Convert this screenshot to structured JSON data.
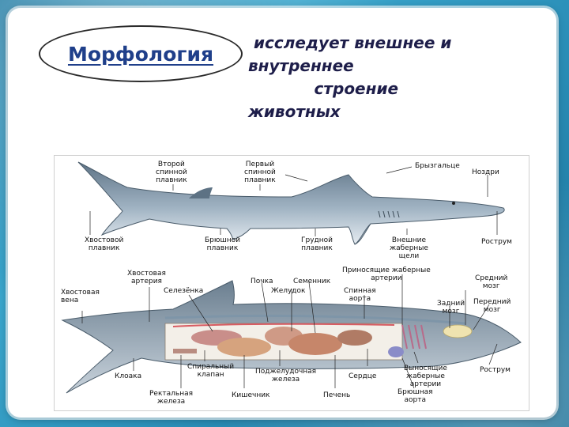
{
  "title": "Морфология",
  "definition_lines": [
    " исследует внешнее и",
    "внутреннее",
    "            строение",
    "животных"
  ],
  "external_labels": {
    "second_dorsal_fin": "Второй\nспинной\nплавник",
    "first_dorsal_fin": "Первый\nспинной\nплавник",
    "spiracle": "Брызгальце",
    "nostril": "Ноздри",
    "caudal_fin": "Хвостовой\nплавник",
    "pelvic_fin": "Брюшной\nплавник",
    "pectoral_fin": "Грудной\nплавник",
    "gill_slits": "Внешние\nжаберные\nщели",
    "rostrum": "Рострум"
  },
  "internal_labels": {
    "caudal_artery": "Хвостовая\nартерия",
    "caudal_vein": "Хвостовая\nвена",
    "spleen": "Селезёнка",
    "kidney": "Почка",
    "stomach": "Желудок",
    "testis": "Семенник",
    "afferent_arteries": "Приносящие жаберные\nартерии",
    "dorsal_aorta": "Спинная\nаорта",
    "midbrain": "Средний\nмозг",
    "hindbrain": "Задний\nмозг",
    "forebrain": "Передний\nмозг",
    "cloaca": "Клоака",
    "spiral_valve": "Спиральный\nклапан",
    "pancreas": "Поджелудочная\nжелеза",
    "heart": "Сердце",
    "efferent_arteries": "Выносящие\nжаберные\nартерии",
    "rostrum2": "Рострум",
    "rectal_gland": "Ректальная\nжелеза",
    "intestine": "Кишечник",
    "liver": "Печень",
    "ventral_aorta": "Брюшная\nаорта"
  }
}
